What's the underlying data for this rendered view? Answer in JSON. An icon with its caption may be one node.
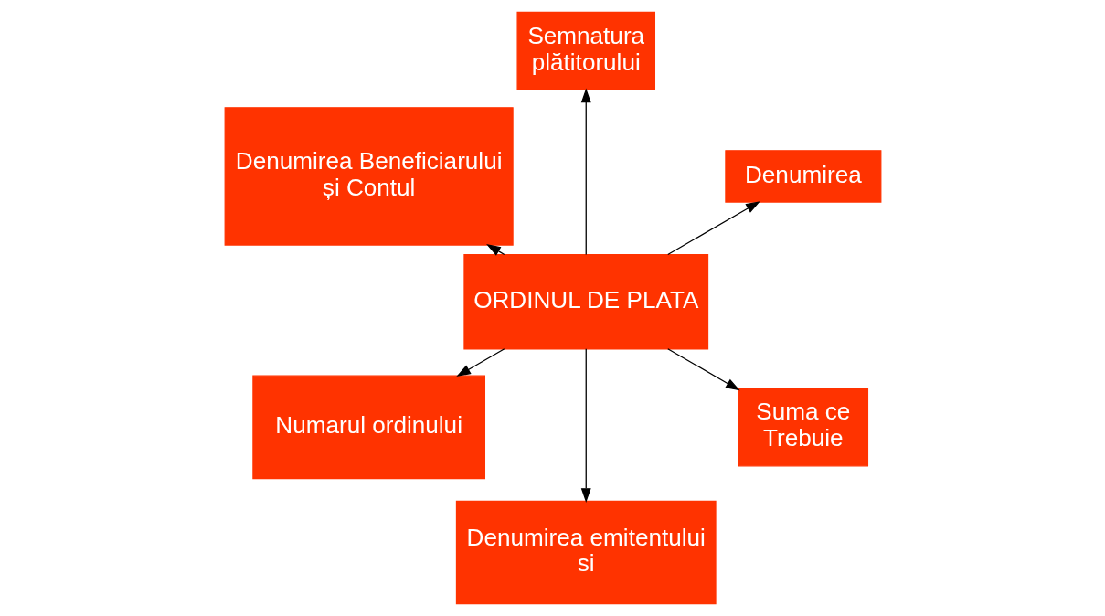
{
  "diagram": {
    "nodes": [
      {
        "text": [
          "ORDINUL DE PLATA"
        ]
      },
      {
        "text": [
          "Denumirea"
        ]
      },
      {
        "text": [
          "Semnatura plătitorului"
        ]
      },
      {
        "text": [
          "Denumirea Beneficiarului și Contul"
        ]
      },
      {
        "text": [
          "Numarul ordinului"
        ]
      },
      {
        "text": [
          "Denumirea emitentului si"
        ]
      },
      {
        "text": [
          "Suma ce Trebuie"
        ]
      }
    ],
    "edges": [
      {
        "from": 0,
        "to": 1,
        "arrow": "to"
      },
      {
        "from": 0,
        "to": 2,
        "arrow": "to"
      },
      {
        "from": 0,
        "to": 3,
        "arrow": "to"
      },
      {
        "from": 0,
        "to": 4,
        "arrow": "to"
      },
      {
        "from": 0,
        "to": 5,
        "arrow": "to"
      },
      {
        "from": 0,
        "to": 6,
        "arrow": "to"
      }
    ]
  }
}
